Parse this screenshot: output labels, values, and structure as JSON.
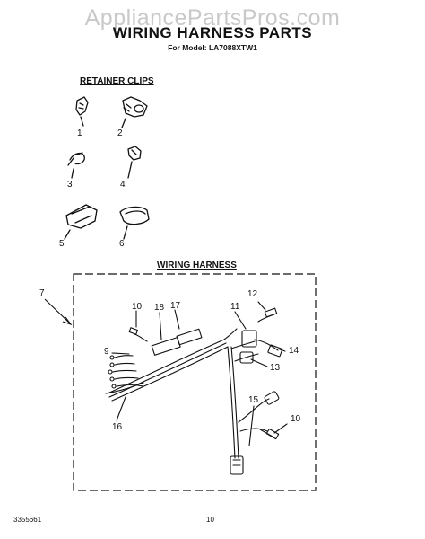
{
  "watermark": "AppliancePartsPros.com",
  "title": "WIRING HARNESS PARTS",
  "subtitle": "For Model: LA7088XTW1",
  "retainer_section": {
    "heading": "RETAINER CLIPS",
    "callouts": [
      "1",
      "2",
      "3",
      "4",
      "5",
      "6"
    ]
  },
  "harness_section": {
    "heading": "WIRING HARNESS",
    "frame_callout": "7",
    "callouts": {
      "c10a": "10",
      "c18": "18",
      "c17": "17",
      "c11": "11",
      "c12": "12",
      "c9": "9",
      "c14": "14",
      "c13": "13",
      "c16": "16",
      "c15": "15",
      "c10b": "10"
    }
  },
  "footer": {
    "doc_number": "3355661",
    "page_number": "10"
  }
}
